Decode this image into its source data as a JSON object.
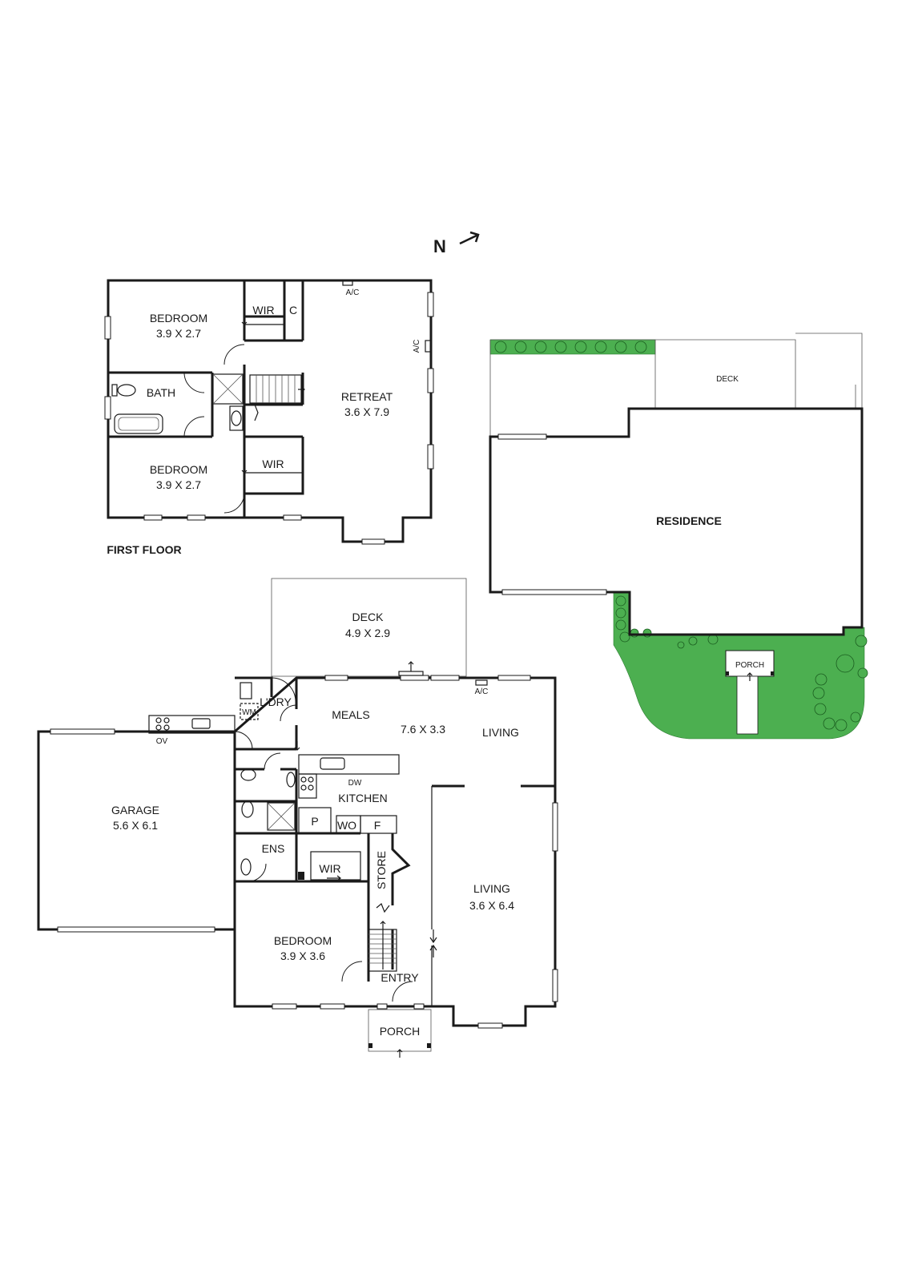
{
  "compass": {
    "label": "N"
  },
  "first_floor": {
    "caption": "FIRST FLOOR",
    "rooms": {
      "bedroom1": {
        "name": "BEDROOM",
        "size": "3.9 X 2.7"
      },
      "bedroom2": {
        "name": "BEDROOM",
        "size": "3.9 X 2.7"
      },
      "bath": {
        "name": "BATH"
      },
      "wir1": {
        "name": "WIR"
      },
      "wir2": {
        "name": "WIR"
      },
      "c": {
        "name": "C"
      },
      "retreat": {
        "name": "RETREAT",
        "size": "3.6 X 7.9"
      },
      "ac1": {
        "name": "A/C"
      },
      "ac2": {
        "name": "A/C"
      }
    }
  },
  "ground_floor": {
    "rooms": {
      "deck": {
        "name": "DECK",
        "size": "4.9 X 2.9"
      },
      "ldry": {
        "name": "L'DRY"
      },
      "wm": {
        "name": "WM"
      },
      "meals": {
        "name": "MEALS"
      },
      "meals_size": {
        "size": "7.6 X 3.3"
      },
      "living_top": {
        "name": "LIVING"
      },
      "ac": {
        "name": "A/C"
      },
      "ov": {
        "name": "OV"
      },
      "dw": {
        "name": "DW"
      },
      "kitchen": {
        "name": "KITCHEN"
      },
      "p": {
        "name": "P"
      },
      "wo": {
        "name": "WO"
      },
      "f": {
        "name": "F"
      },
      "garage": {
        "name": "GARAGE",
        "size": "5.6 X 6.1"
      },
      "ens": {
        "name": "ENS"
      },
      "wir": {
        "name": "WIR"
      },
      "store": {
        "name": "STORE"
      },
      "living": {
        "name": "LIVING",
        "size": "3.6 X 6.4"
      },
      "bedroom": {
        "name": "BEDROOM",
        "size": "3.9 X 3.6"
      },
      "entry": {
        "name": "ENTRY"
      },
      "porch": {
        "name": "PORCH"
      }
    }
  },
  "site_plan": {
    "deck": {
      "name": "DECK"
    },
    "residence": {
      "name": "RESIDENCE"
    },
    "porch": {
      "name": "PORCH"
    },
    "colors": {
      "garden": "#4caf50",
      "garden_stroke": "#2e7d32"
    }
  }
}
